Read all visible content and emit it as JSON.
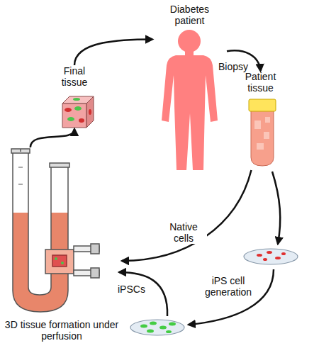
{
  "diagram": {
    "nodes": [
      {
        "text": [
          "Diabetes patient"
        ]
      },
      {
        "text": [
          "Final tissue"
        ]
      },
      {
        "text": [
          "Patient tissue"
        ]
      },
      {
        "text": [
          "3D tissue formation under perfusion"
        ]
      }
    ],
    "edges": [
      {
        "from": 0,
        "to": 2,
        "label": "Biopsy",
        "arrow": "to"
      },
      {
        "from": 2,
        "to": 3,
        "label": "Native cells",
        "arrow": "to"
      },
      {
        "from": 3,
        "to": 1,
        "arrow": "to"
      },
      {
        "from": 1,
        "to": 0,
        "arrow": "to"
      }
    ],
    "labels": [
      "iPS cell generation",
      "iPSCs"
    ]
  }
}
